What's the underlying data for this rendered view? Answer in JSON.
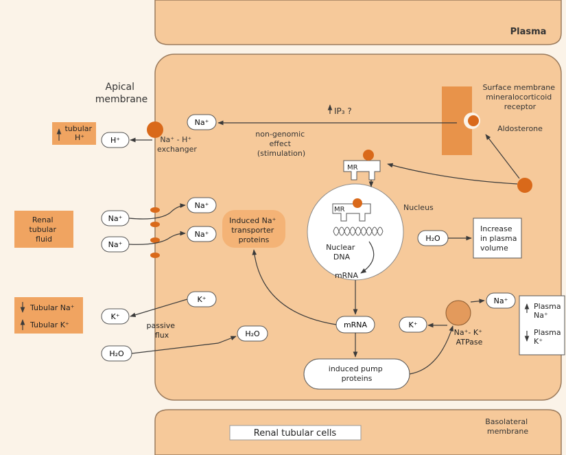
{
  "labels": {
    "plasma": "Plasma",
    "apical_membrane": [
      "Apical",
      "membrane"
    ],
    "surface_receptor": [
      "Surface membrane",
      "mineralocorticoid",
      "receptor"
    ],
    "aldosterone": "Aldosterone",
    "ip3": "IP₃ ?",
    "non_genomic": [
      "non-genomic",
      "effect",
      "(stimulation)"
    ],
    "nhe": [
      "Na⁺ - H⁺",
      "exchanger"
    ],
    "mr": "MR",
    "nucleus": "Nucleus",
    "nuclear_dna": [
      "Nuclear",
      "DNA"
    ],
    "mrna_nuc": "mRNA",
    "mrna_cyt": "mRNA",
    "induced_transporter": [
      "Induced Na⁺",
      "transporter",
      "proteins"
    ],
    "induced_pump": [
      "induced pump",
      "proteins"
    ],
    "passive_flux": [
      "passive",
      "flux"
    ],
    "atpase": [
      "Na⁺- K⁺",
      "ATPase"
    ],
    "increase_plasma_volume": [
      "Increase",
      "in plasma",
      "volume"
    ],
    "renal_tubular_fluid": [
      "Renal",
      "tubular",
      "fluid"
    ],
    "tubular_h": [
      "tubular",
      "H⁺"
    ],
    "tubular_na": "Tubular Na⁺",
    "tubular_k": "Tubular K⁺",
    "plasma_na": [
      "Plasma",
      "Na⁺"
    ],
    "plasma_k": [
      "Plasma",
      "K⁺"
    ],
    "basolateral_membrane": [
      "Basolateral",
      "membrane"
    ],
    "renal_tubular_cells": "Renal tubular cells"
  },
  "ions": {
    "h": "H⁺",
    "na": "Na⁺",
    "k": "K⁺",
    "h2o": "H₂O"
  },
  "colors": {
    "cell_fill": "#f6c99a",
    "cell_stroke": "#9a7a5c",
    "background": "#fbf3e8",
    "dark_orange": "#d9691a",
    "box_orange": "#f0a461",
    "transporter_box": "#f4b376",
    "arrow": "#3a3a3a"
  }
}
